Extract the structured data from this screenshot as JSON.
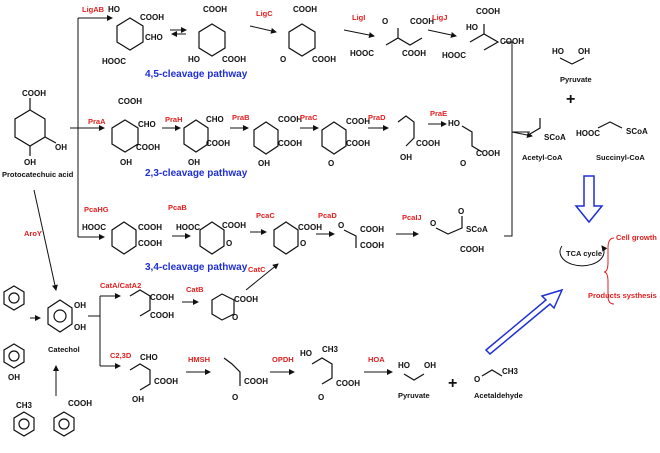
{
  "pathways": {
    "meta": "4,5-cleavage pathway",
    "ortho23": "2,3-cleavage pathway",
    "ortho34": "3,4-cleavage pathway"
  },
  "enzymes": {
    "ligab": "LigAB",
    "ligc": "LigC",
    "ligi": "LigI",
    "ligj": "LigJ",
    "praa": "PraA",
    "prah": "PraH",
    "prab": "PraB",
    "prac": "PraC",
    "prad": "PraD",
    "prae": "PraE",
    "pcahg": "PcaHG",
    "pcab": "PcaB",
    "pcac": "PcaC",
    "pcad": "PcaD",
    "pcaij": "PcaIJ",
    "catc": "CatC",
    "aroy": "AroY",
    "cata": "CatA/CatA2",
    "catb": "CatB",
    "c23d": "C2,3D",
    "hmsh": "HMSH",
    "opdh": "OPDH",
    "hoa": "HOA"
  },
  "compounds": {
    "protocatechuic": "Protocatechuic acid",
    "catechol": "Catechol",
    "pyruvate_top": "Pyruvate",
    "acetyl": "Acetyl-CoA",
    "succinyl": "Succinyl-CoA",
    "pyruvate_bot": "Pyruvate",
    "acetaldehyde": "Acetaldehyde",
    "tca": "TCA cycle"
  },
  "outcomes": {
    "growth": "Cell growth",
    "products": "Products systhesis"
  },
  "groups": {
    "cooh": "COOH",
    "ho": "HO",
    "oh": "OH",
    "cho": "CHO",
    "hooc": "HOOC",
    "scoa": "SCoA",
    "ch3": "CH3",
    "o": "O"
  },
  "plus": "+"
}
